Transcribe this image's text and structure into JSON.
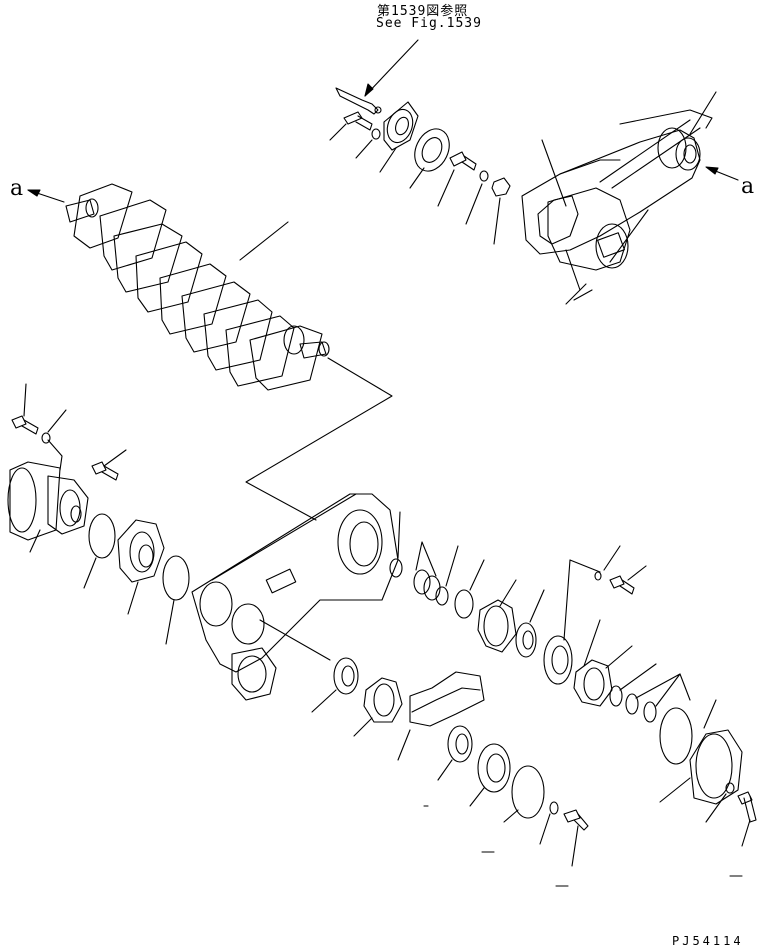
{
  "diagram": {
    "reference_note_jp": "第1539図参照",
    "reference_note_en": "See Fig.1539",
    "view_arrow_label_left": "a",
    "view_arrow_label_right": "a",
    "figure_number": "PJ54114"
  },
  "colors": {
    "ink": "#000000",
    "paper": "#ffffff"
  }
}
